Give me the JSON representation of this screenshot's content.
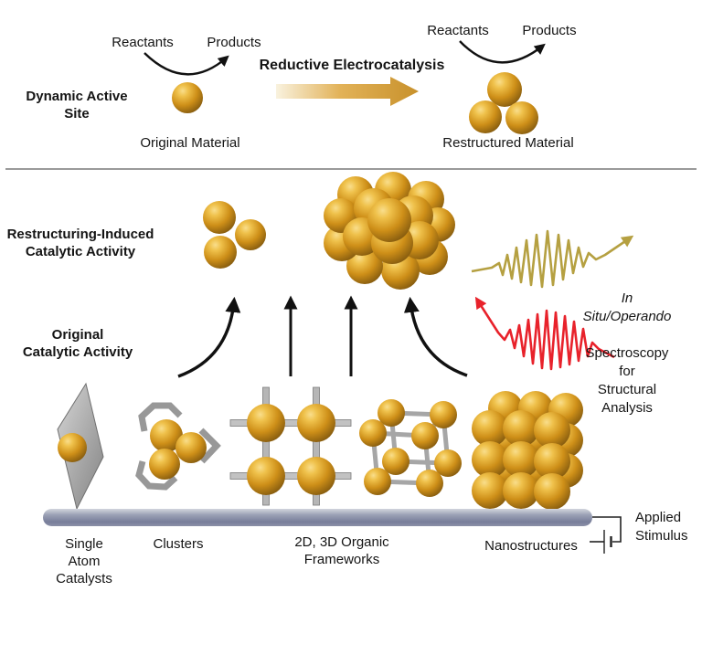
{
  "figure_title": "Reductive electrocatalysis restructuring scheme",
  "colors": {
    "gold": "#D3981F",
    "gold_highlight": "#F9DE8C",
    "gold_dark": "#7E560E",
    "gray_structure": "#A6A6A6",
    "substrate_bar": "#8A90A8",
    "divider": "#9A9A9A",
    "process_arrow_start": "#F9F2DF",
    "process_arrow_end": "#C8912B",
    "signal_yellow": "#B5A041",
    "signal_red": "#E8222B",
    "arrow_black": "#111111"
  },
  "top": {
    "reactants_left": "Reactants",
    "products_left": "Products",
    "dynamic_active_site": "Dynamic Active\nSite",
    "original_material": "Original Material",
    "process_title": "Reductive Electrocatalysis",
    "reactants_right": "Reactants",
    "products_right": "Products",
    "restructured_material": "Restructured Material"
  },
  "middle": {
    "restructuring_label": "Restructuring-Induced\nCatalytic Activity",
    "original_label": "Original\nCatalytic Activity",
    "spectroscopy_italic": "In Situ/Operando",
    "spectroscopy_rest": "Spectroscopy for\nStructural Analysis"
  },
  "bottom": {
    "single_atom": "Single\nAtom\nCatalysts",
    "clusters": "Clusters",
    "frameworks": "2D, 3D Organic\nFrameworks",
    "nanostructures": "Nanostructures",
    "applied_stimulus": "Applied\nStimulus"
  }
}
